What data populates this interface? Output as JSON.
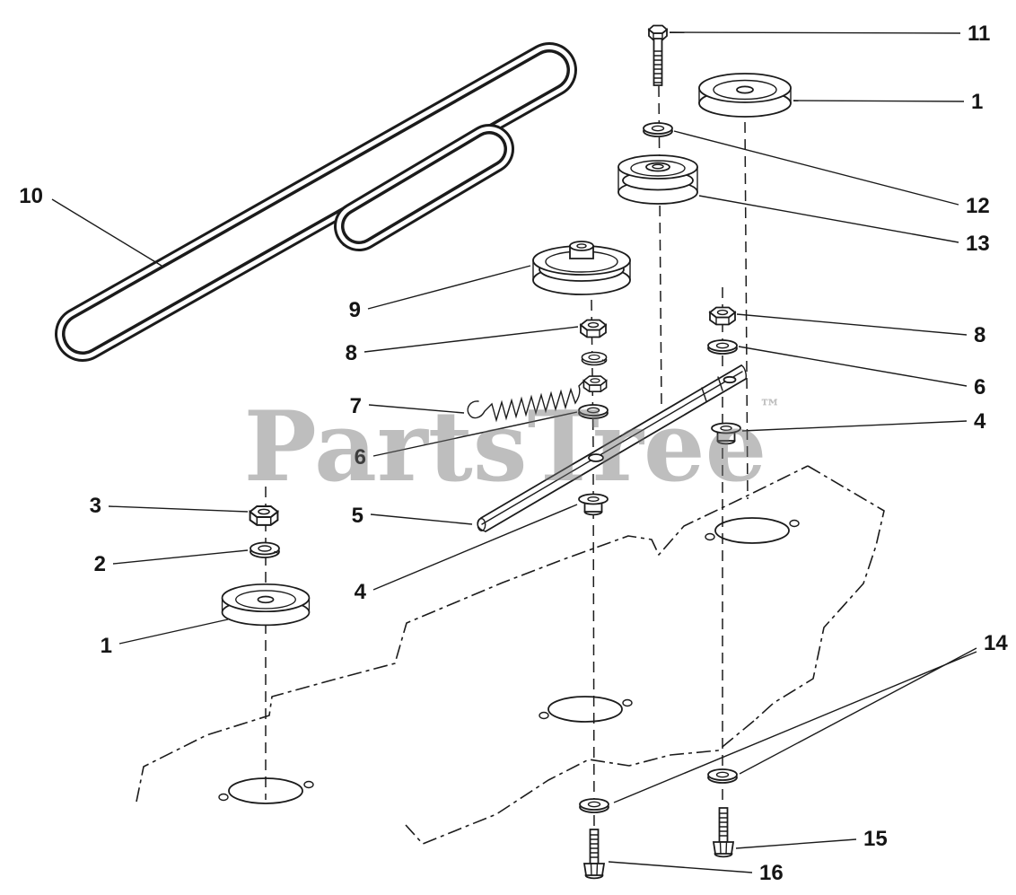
{
  "diagram": {
    "watermark": {
      "text": "PartsTree",
      "tm": "™",
      "color": "#6f6f6f"
    },
    "colors": {
      "line": "#1b1b1b",
      "background": "#ffffff",
      "watermark_gray": "#b7b7b7"
    },
    "callouts": [
      "10",
      "11",
      "1",
      "12",
      "13",
      "9",
      "8",
      "7",
      "6",
      "5",
      "3",
      "2",
      "4",
      "1",
      "8",
      "6",
      "4",
      "14",
      "15",
      "16"
    ]
  }
}
